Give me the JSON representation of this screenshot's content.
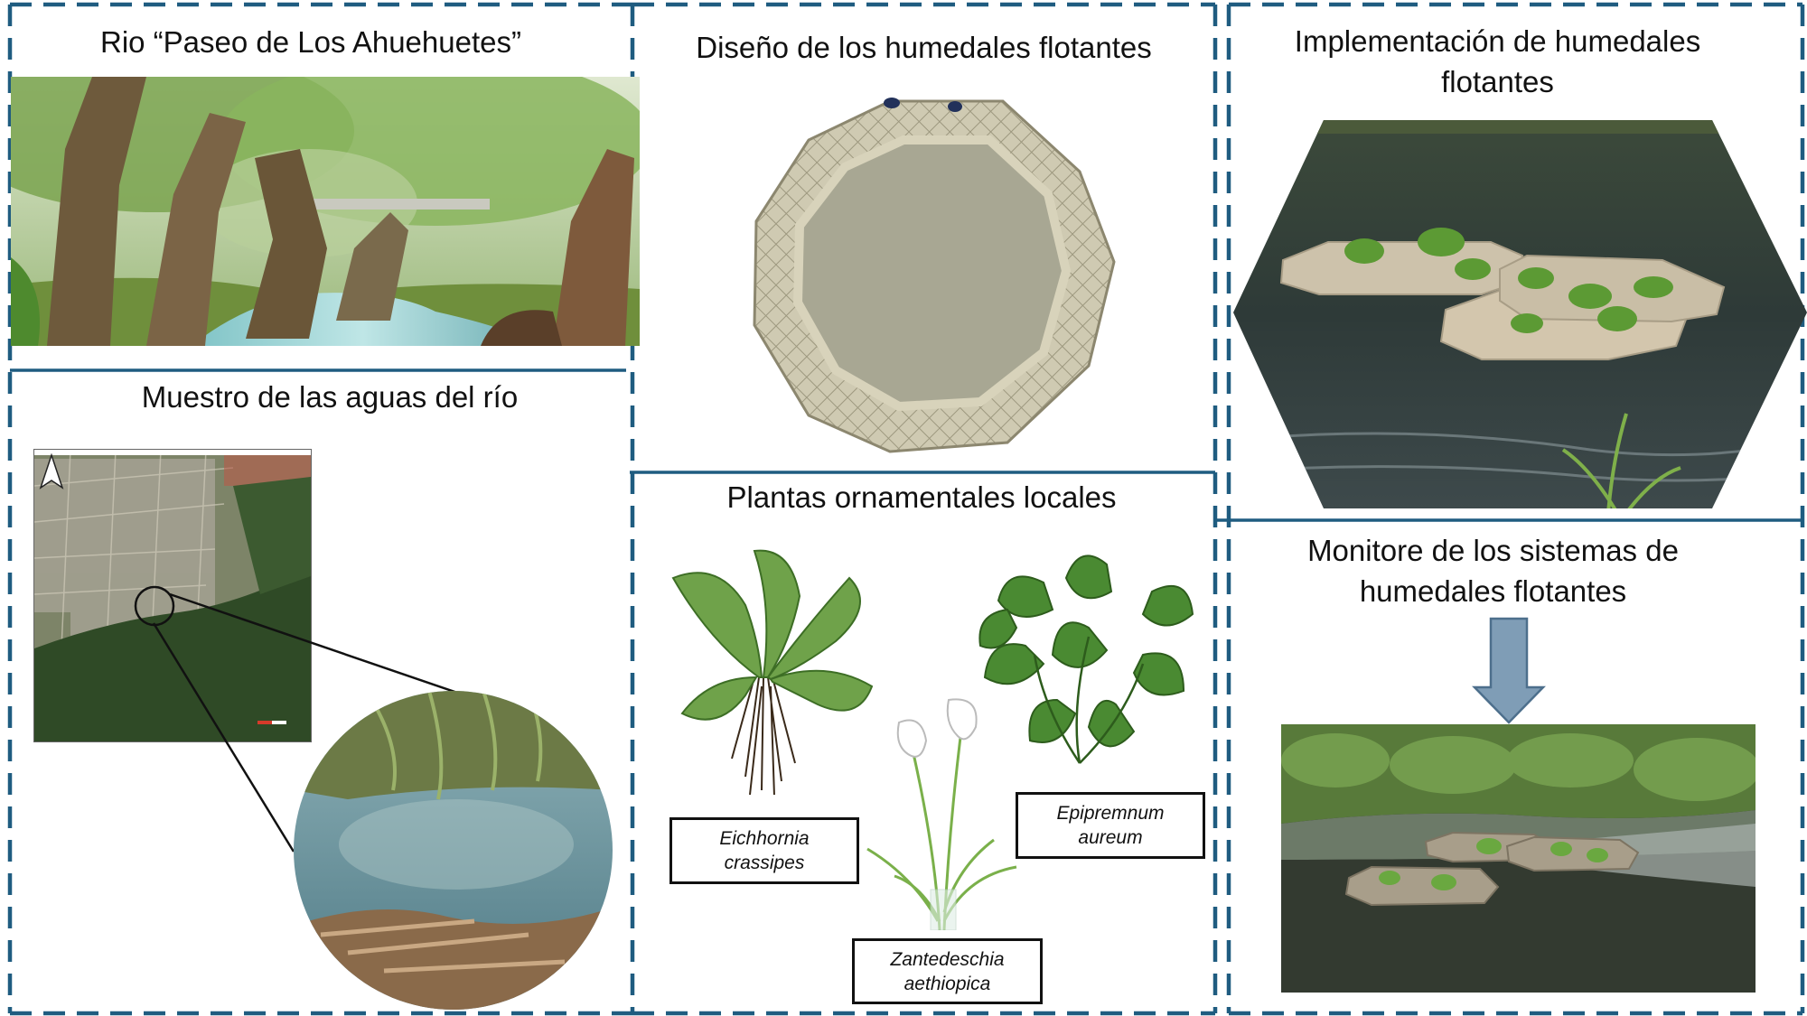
{
  "panels": {
    "river": {
      "title": "Rio “Paseo  de Los Ahuehuetes”"
    },
    "sampling": {
      "title": "Muestro de las aguas del río"
    },
    "design": {
      "title": "Diseño de los humedales flotantes"
    },
    "plants": {
      "title": "Plantas ornamentales locales",
      "species": [
        {
          "name": "Eichhornia crassipes",
          "line1": "Eichhornia",
          "line2": "crassipes"
        },
        {
          "name": "Epipremnum aureum",
          "line1": "Epipremnum",
          "line2": "aureum"
        },
        {
          "name": "Zantedeschia aethiopica",
          "line1": "Zantedeschia",
          "line2": "aethiopica"
        }
      ]
    },
    "implementation": {
      "title_line1": "Implementación de humedales",
      "title_line2": "flotantes"
    },
    "monitoring": {
      "title_line1": "Monitore de los sistemas de",
      "title_line2": "humedales flotantes"
    }
  },
  "colors": {
    "frame": "#1f5c80",
    "arrow_fill": "#7f9db6",
    "arrow_stroke": "#4d6f8c"
  },
  "icons": [
    "north-arrow-icon",
    "down-arrow-icon"
  ]
}
